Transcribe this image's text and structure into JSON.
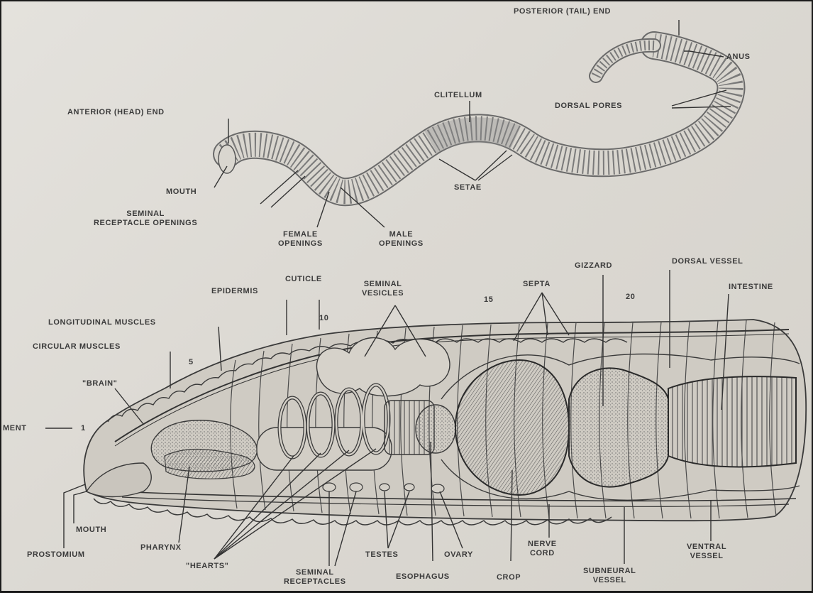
{
  "labels": {
    "posterior_tail_end": "POSTERIOR (TAIL) END",
    "anus": "ANUS",
    "clitellum": "CLITELLUM",
    "anterior_head_end": "ANTERIOR (HEAD) END",
    "dorsal_pores": "DORSAL PORES",
    "mouth_top": "MOUTH",
    "setae": "SETAE",
    "seminal_receptacle_openings": "SEMINAL\nRECEPTACLE OPENINGS",
    "female_openings": "FEMALE\nOPENINGS",
    "male_openings": "MALE\nOPENINGS",
    "cuticle": "CUTICLE",
    "epidermis": "EPIDERMIS",
    "seminal_vesicles": "SEMINAL\nVESICLES",
    "septa": "SEPTA",
    "gizzard": "GIZZARD",
    "dorsal_vessel": "DORSAL VESSEL",
    "intestine": "INTESTINE",
    "longitudinal_muscles": "LONGITUDINAL MUSCLES",
    "circular_muscles": "CIRCULAR MUSCLES",
    "brain": "\"BRAIN\"",
    "segment": "MENT",
    "segment_num_1": "1",
    "segment_num_5": "5",
    "segment_num_10": "10",
    "segment_num_15": "15",
    "segment_num_20": "20",
    "mouth_bottom": "MOUTH",
    "prostomium": "PROSTOMIUM",
    "pharynx": "PHARYNX",
    "hearts": "\"HEARTS\"",
    "seminal_receptacles": "SEMINAL\nRECEPTACLES",
    "testes": "TESTES",
    "esophagus": "ESOPHAGUS",
    "ovary": "OVARY",
    "crop": "CROP",
    "nerve_cord": "NERVE\nCORD",
    "subneural_vessel": "SUBNEURAL\nVESSEL",
    "ventral_vessel": "VENTRAL\nVESSEL"
  }
}
